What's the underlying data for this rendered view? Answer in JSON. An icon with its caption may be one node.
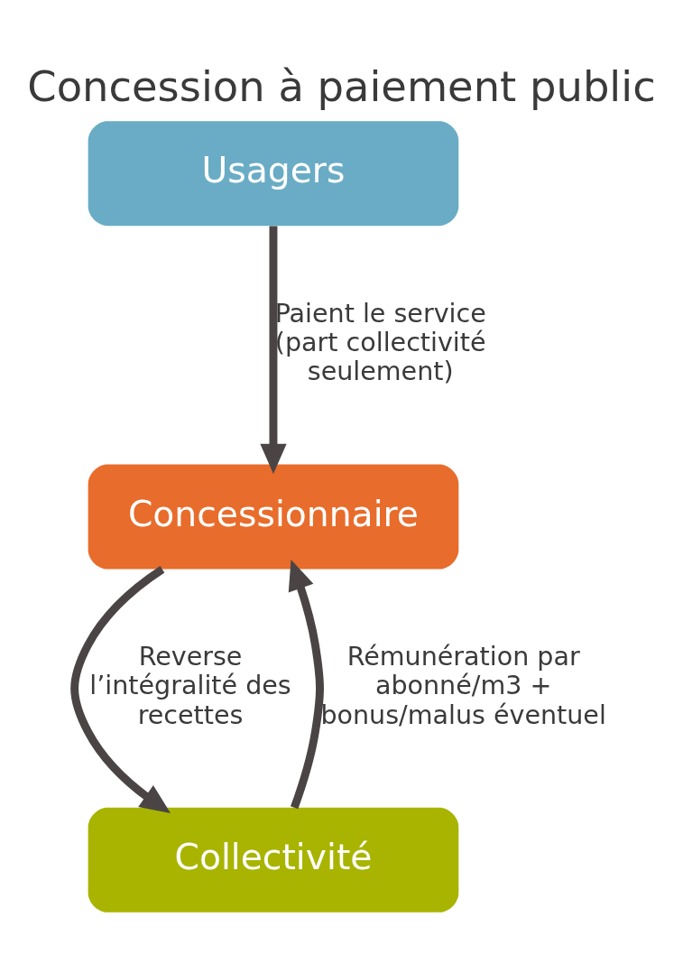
{
  "diagram": {
    "title": "Concession à paiement public",
    "nodes": [
      {
        "text": [
          "Usagers"
        ]
      },
      {
        "text": [
          "Concessionnaire"
        ]
      },
      {
        "text": [
          "Collectivité"
        ]
      }
    ],
    "edges": [
      {
        "from": 0,
        "to": 1,
        "arrow": "to",
        "label": "Paient le service (part collectivité seulement)"
      },
      {
        "from": 1,
        "to": 2,
        "arrow": "to",
        "label": "Reverse l’intégralité des recettes"
      },
      {
        "from": 2,
        "to": 1,
        "arrow": "to",
        "label": "Rémunération par abonné/m3 + bonus/malus éventuel"
      }
    ]
  }
}
